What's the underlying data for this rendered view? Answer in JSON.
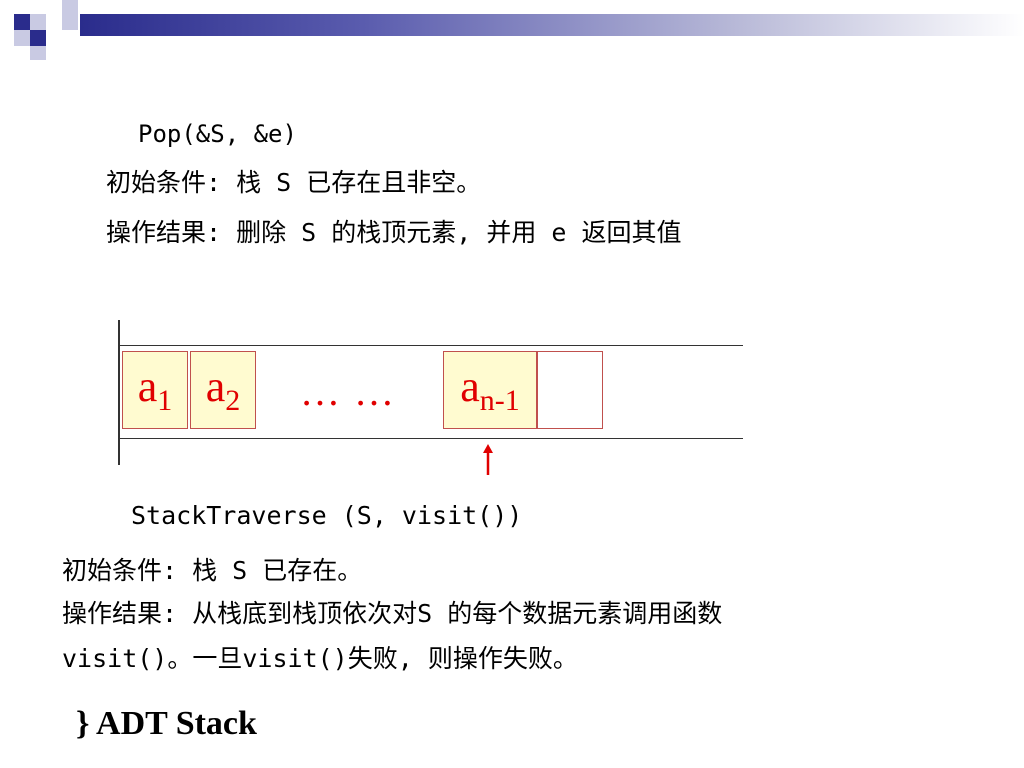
{
  "pop": {
    "signature": "Pop(&S, &e)",
    "precondition": "初始条件: 栈 S 已存在且非空。",
    "result": "操作结果: 删除 S 的栈顶元素, 并用 e 返回其值"
  },
  "stack": {
    "cells": [
      {
        "base": "a",
        "sub": "1"
      },
      {
        "base": "a",
        "sub": "2"
      },
      {
        "base": "a",
        "sub": "n-1"
      },
      {
        "base": "",
        "sub": ""
      }
    ],
    "ellipsis": "… …"
  },
  "traverse": {
    "signature": "StackTraverse (S, visit())",
    "precondition": "初始条件: 栈 S 已存在。",
    "result_line1": "操作结果: 从栈底到栈顶依次对S 的每个数据元素调用函数",
    "result_line2": "visit()。一旦visit()失败, 则操作失败。"
  },
  "footer": {
    "closing": "} ADT Stack"
  },
  "colors": {
    "accent": "#2a2c8c",
    "element_text": "#e00000",
    "cell_fill": "#fffbd0",
    "cell_border": "#c0504d"
  }
}
